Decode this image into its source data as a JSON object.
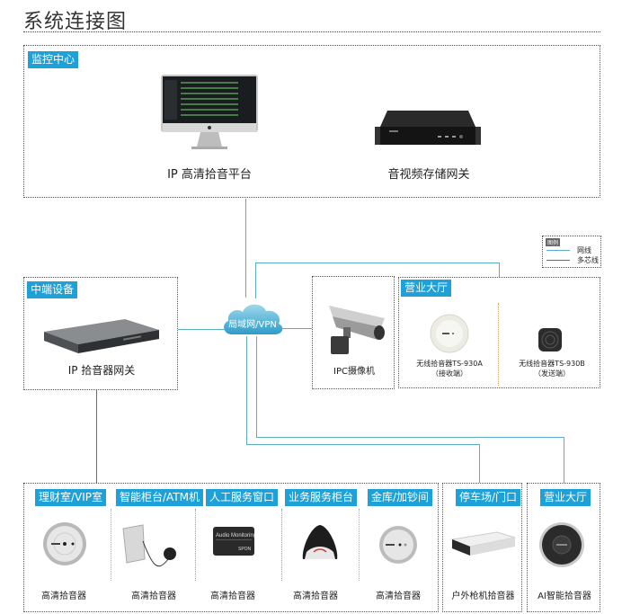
{
  "title": "系统连接图",
  "colors": {
    "badge": "#1ea1d8",
    "network_line": "#5aaec4",
    "multicore_line": "#b0457a",
    "cloud": "#4fb6d8"
  },
  "legend": {
    "header": "图例",
    "items": [
      {
        "label": "网线",
        "color": "#5aaec4"
      },
      {
        "label": "多芯线",
        "color": "#b0457a"
      }
    ]
  },
  "monitor_center": {
    "badge": "监控中心",
    "devices": [
      {
        "icon": "imac-monitor-icon",
        "label": "IP 高清拾音平台"
      },
      {
        "icon": "rack-server-icon",
        "label": "音视频存储网关"
      }
    ]
  },
  "network": {
    "cloud_label": "局域网/VPN"
  },
  "mid_equipment": {
    "badge": "中端设备",
    "device": {
      "icon": "gateway-box-icon",
      "label": "IP 拾音器网关"
    }
  },
  "ipc": {
    "device": {
      "icon": "security-camera-icon",
      "label": "IPC摄像机"
    }
  },
  "business_hall_top": {
    "badge": "营业大厅",
    "devices": [
      {
        "icon": "round-receiver-icon",
        "label": "无线拾音器TS-930A",
        "sub": "（接收端）"
      },
      {
        "icon": "square-transmitter-icon",
        "label": "无线拾音器TS-930B",
        "sub": "（发送端）"
      }
    ]
  },
  "bottom_group": {
    "zones": [
      {
        "badge": "理财室/VIP室",
        "icon": "ceiling-mic-icon",
        "label": "高清拾音器"
      },
      {
        "badge": "智能柜台/ATM机",
        "icon": "bracket-mic-icon",
        "label": "高清拾音器"
      },
      {
        "badge": "人工服务窗口",
        "icon": "audio-monitoring-plate-icon",
        "label": "高清拾音器",
        "device_text": "Audio Monitoring"
      },
      {
        "badge": "业务服务柜台",
        "icon": "desk-mic-icon",
        "label": "高清拾音器"
      },
      {
        "badge": "金库/加钞间",
        "icon": "ceiling-mic-icon",
        "label": "高清拾音器"
      }
    ]
  },
  "parking": {
    "badge": "停车场/门口",
    "device": {
      "icon": "outdoor-mic-icon",
      "label": "户外枪机拾音器"
    }
  },
  "business_hall_bottom": {
    "badge": "营业大厅",
    "device": {
      "icon": "ai-mic-icon",
      "label": "AI智能拾音器"
    }
  }
}
